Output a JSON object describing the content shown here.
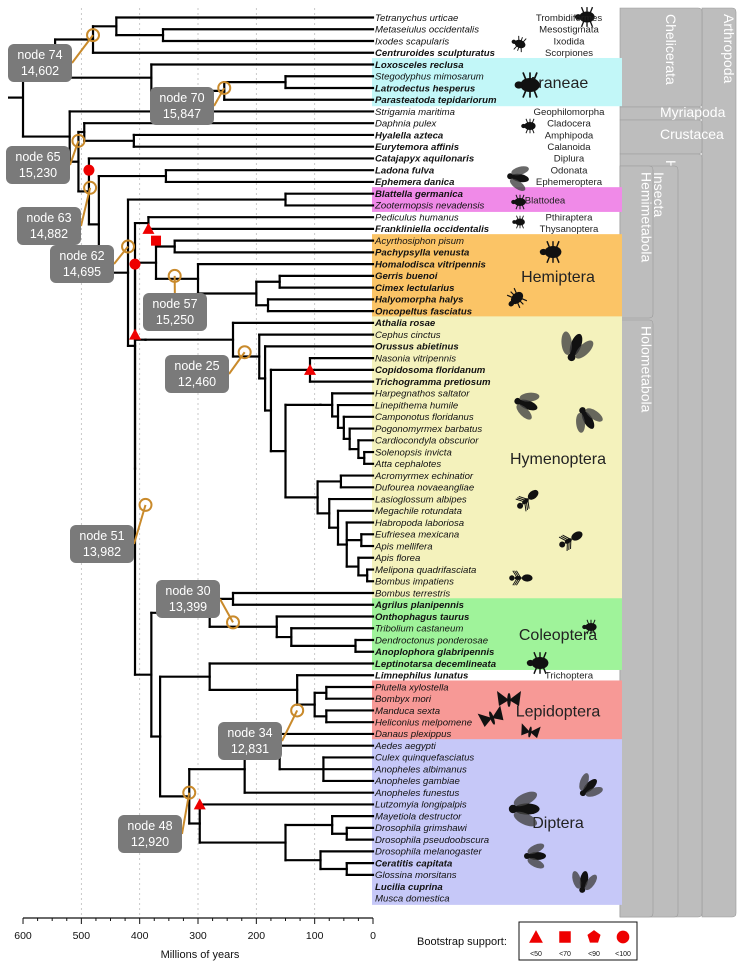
{
  "axis": {
    "title": "Millions of years",
    "ticks": [
      "600",
      "500",
      "400",
      "300",
      "200",
      "100",
      "0"
    ]
  },
  "taxa": [
    {
      "name": "Tetranychus urticae",
      "bold": false
    },
    {
      "name": "Metaseiulus occidentalis",
      "bold": false
    },
    {
      "name": "Ixodes scapularis",
      "bold": false
    },
    {
      "name": "Centruroides sculpturatus",
      "bold": true
    },
    {
      "name": "Loxosceles reclusa",
      "bold": true
    },
    {
      "name": "Stegodyphus mimosarum",
      "bold": false
    },
    {
      "name": "Latrodectus hesperus",
      "bold": true
    },
    {
      "name": "Parasteatoda tepidariorum",
      "bold": true
    },
    {
      "name": "Strigamia maritima",
      "bold": false
    },
    {
      "name": "Daphnia pulex",
      "bold": false
    },
    {
      "name": "Hyalella azteca",
      "bold": true
    },
    {
      "name": "Eurytemora affinis",
      "bold": true
    },
    {
      "name": "Catajapyx aquilonaris",
      "bold": true
    },
    {
      "name": "Ladona fulva",
      "bold": true
    },
    {
      "name": "Ephemera danica",
      "bold": true
    },
    {
      "name": "Blattella germanica",
      "bold": true
    },
    {
      "name": "Zootermopsis nevadensis",
      "bold": false
    },
    {
      "name": "Pediculus humanus",
      "bold": false
    },
    {
      "name": "Frankliniella occidentalis",
      "bold": true
    },
    {
      "name": "Acyrthosiphon pisum",
      "bold": false
    },
    {
      "name": "Pachypsylla venusta",
      "bold": true
    },
    {
      "name": "Homalodisca vitripennis",
      "bold": true
    },
    {
      "name": "Gerris buenoi",
      "bold": true
    },
    {
      "name": "Cimex lectularius",
      "bold": true
    },
    {
      "name": "Halyomorpha halys",
      "bold": true
    },
    {
      "name": "Oncopeltus fasciatus",
      "bold": true
    },
    {
      "name": "Athalia rosae",
      "bold": true
    },
    {
      "name": "Cephus cinctus",
      "bold": false
    },
    {
      "name": "Orussus abietinus",
      "bold": true
    },
    {
      "name": "Nasonia vitripennis",
      "bold": false
    },
    {
      "name": "Copidosoma floridanum",
      "bold": true
    },
    {
      "name": "Trichogramma pretiosum",
      "bold": true
    },
    {
      "name": "Harpegnathos saltator",
      "bold": false
    },
    {
      "name": "Linepithema humile",
      "bold": false
    },
    {
      "name": "Camponotus floridanus",
      "bold": false
    },
    {
      "name": "Pogonomyrmex barbatus",
      "bold": false
    },
    {
      "name": "Cardiocondyla obscurior",
      "bold": false
    },
    {
      "name": "Solenopsis invicta",
      "bold": false
    },
    {
      "name": "Atta cephalotes",
      "bold": false
    },
    {
      "name": "Acromyrmex echinatior",
      "bold": false
    },
    {
      "name": "Dufourea novaeangliae",
      "bold": false
    },
    {
      "name": "Lasioglossum albipes",
      "bold": false
    },
    {
      "name": "Megachile rotundata",
      "bold": false
    },
    {
      "name": "Habropoda laboriosa",
      "bold": false
    },
    {
      "name": "Eufriesea mexicana",
      "bold": false
    },
    {
      "name": "Apis mellifera",
      "bold": false
    },
    {
      "name": "Apis florea",
      "bold": false
    },
    {
      "name": "Melipona quadrifasciata",
      "bold": false
    },
    {
      "name": "Bombus impatiens",
      "bold": false
    },
    {
      "name": "Bombus terrestris",
      "bold": false
    },
    {
      "name": "Agrilus planipennis",
      "bold": true
    },
    {
      "name": "Onthophagus taurus",
      "bold": true
    },
    {
      "name": "Tribolium castaneum",
      "bold": false
    },
    {
      "name": "Dendroctonus ponderosae",
      "bold": false
    },
    {
      "name": "Anoplophora glabripennis",
      "bold": true
    },
    {
      "name": "Leptinotarsa decemlineata",
      "bold": true
    },
    {
      "name": "Limnephilus lunatus",
      "bold": true
    },
    {
      "name": "Plutella xylostella",
      "bold": false
    },
    {
      "name": "Bombyx mori",
      "bold": false
    },
    {
      "name": "Manduca sexta",
      "bold": false
    },
    {
      "name": "Heliconius melpomene",
      "bold": false
    },
    {
      "name": "Danaus plexippus",
      "bold": false
    },
    {
      "name": "Aedes aegypti",
      "bold": false
    },
    {
      "name": "Culex quinquefasciatus",
      "bold": false
    },
    {
      "name": "Anopheles albimanus",
      "bold": false
    },
    {
      "name": "Anopheles gambiae",
      "bold": false
    },
    {
      "name": "Anopheles funestus",
      "bold": false
    },
    {
      "name": "Lutzomyia longipalpis",
      "bold": false
    },
    {
      "name": "Mayetiola destructor",
      "bold": false
    },
    {
      "name": "Drosophila grimshawi",
      "bold": false
    },
    {
      "name": "Drosophila pseudoobscura",
      "bold": false
    },
    {
      "name": "Drosophila melanogaster",
      "bold": false
    },
    {
      "name": "Ceratitis capitata",
      "bold": true
    },
    {
      "name": "Glossina morsitans",
      "bold": false
    },
    {
      "name": "Lucilia cuprina",
      "bold": true
    },
    {
      "name": "Musca domestica",
      "bold": false
    }
  ],
  "order_labels": [
    {
      "text": "Trombidiformes",
      "row": 0
    },
    {
      "text": "Mesostigmata",
      "row": 1
    },
    {
      "text": "Ixodida",
      "row": 2
    },
    {
      "text": "Scorpiones",
      "row": 3
    },
    {
      "text": "Geophilomorpha",
      "row": 8
    },
    {
      "text": "Cladocera",
      "row": 9
    },
    {
      "text": "Amphipoda",
      "row": 10
    },
    {
      "text": "Calanoida",
      "row": 11
    },
    {
      "text": "Diplura",
      "row": 12
    },
    {
      "text": "Odonata",
      "row": 13
    },
    {
      "text": "Ephemeroptera",
      "row": 14
    },
    {
      "text": "Pthiraptera",
      "row": 17
    },
    {
      "text": "Thysanoptera",
      "row": 18
    },
    {
      "text": "Trichoptera",
      "row": 56
    }
  ],
  "clade_boxes": [
    {
      "name": "Araneae",
      "color": "#c2f7f8",
      "text_size": "big"
    },
    {
      "name": "Blattodea",
      "color": "#f08ae8",
      "text_size": "small"
    },
    {
      "name": "Hemiptera",
      "color": "#fbc466",
      "text_size": "big"
    },
    {
      "name": "Hymenoptera",
      "color": "#f4f2bc",
      "text_size": "big"
    },
    {
      "name": "Coleoptera",
      "color": "#9ff39a",
      "text_size": "big"
    },
    {
      "name": "Lepidoptera",
      "color": "#f79996",
      "text_size": "big"
    },
    {
      "name": "Diptera",
      "color": "#c6c8f8",
      "text_size": "big"
    }
  ],
  "side_labels": [
    {
      "text": "Chelicerata"
    },
    {
      "text": "Myriapoda"
    },
    {
      "text": "Crustacea"
    },
    {
      "text": "Hexapoda"
    },
    {
      "text": "Insecta"
    },
    {
      "text": "Hemimetabola"
    },
    {
      "text": "Holometabola"
    },
    {
      "text": "Arthropoda"
    }
  ],
  "nodes": [
    {
      "name": "node 74",
      "count": "14,602",
      "age_mya": 480
    },
    {
      "name": "node 70",
      "count": "15,847",
      "age_mya": 255
    },
    {
      "name": "node 65",
      "count": "15,230",
      "age_mya": 505
    },
    {
      "name": "node 63",
      "count": "14,882",
      "age_mya": 485
    },
    {
      "name": "node 62",
      "count": "14,695",
      "age_mya": 420
    },
    {
      "name": "node 57",
      "count": "15,250",
      "age_mya": 340
    },
    {
      "name": "node 25",
      "count": "12,460",
      "age_mya": 220
    },
    {
      "name": "node 51",
      "count": "13,982",
      "age_mya": 390
    },
    {
      "name": "node 30",
      "count": "13,399",
      "age_mya": 240
    },
    {
      "name": "node 34",
      "count": "12,831",
      "age_mya": 130
    },
    {
      "name": "node 48",
      "count": "12,920",
      "age_mya": 315
    }
  ],
  "support_markers": [
    {
      "shape": "circle",
      "age_mya": 487,
      "row": 13
    },
    {
      "shape": "triangle",
      "age_mya": 385,
      "row": 18
    },
    {
      "shape": "square",
      "age_mya": 372,
      "row": 19
    },
    {
      "shape": "circle",
      "age_mya": 408,
      "row": 21
    },
    {
      "shape": "triangle",
      "age_mya": 408,
      "row": 27
    },
    {
      "shape": "triangle",
      "age_mya": 108,
      "row": 30
    },
    {
      "shape": "triangle",
      "age_mya": 297,
      "row": 67
    }
  ],
  "legend": {
    "title": "Bootstrap support:",
    "items": [
      {
        "shape": "triangle",
        "label": "<50"
      },
      {
        "shape": "square",
        "label": "<70"
      },
      {
        "shape": "pentagon",
        "label": "<90"
      },
      {
        "shape": "circle",
        "label": "<100"
      }
    ]
  },
  "colors": {
    "branch": "#000000",
    "support_marker": "#ee0000",
    "node_circle": "#c98a2b",
    "node_label_bg": "#7a7a7a",
    "side_band": "#bdbdbd"
  }
}
